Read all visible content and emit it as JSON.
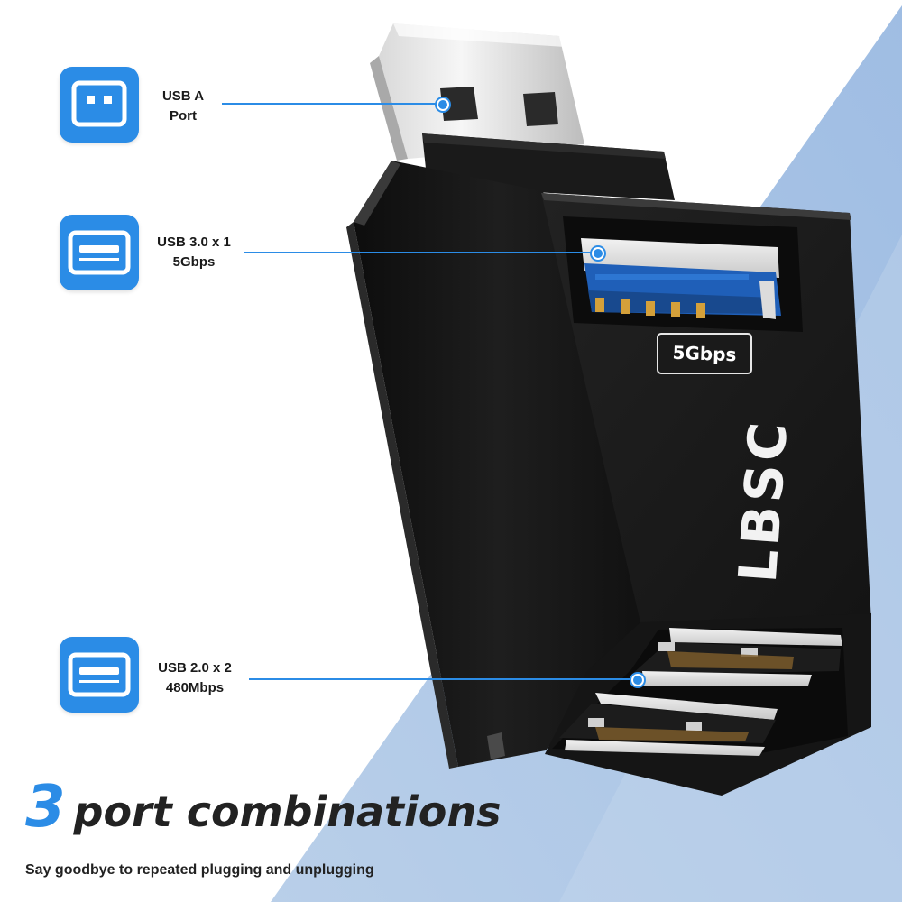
{
  "features": [
    {
      "id": "usb-a-port",
      "line1": "USB A",
      "line2": "Port",
      "icon": "usb-a-plug-icon"
    },
    {
      "id": "usb3",
      "line1": "USB 3.0 x 1",
      "line2": "5Gbps",
      "icon": "usb-port-icon"
    },
    {
      "id": "usb2",
      "line1": "USB 2.0 x 2",
      "line2": "480Mbps",
      "icon": "usb-port-icon"
    }
  ],
  "product": {
    "brand": "LBSC",
    "speed_badge": "5Gbps"
  },
  "headline": {
    "number": "3",
    "text": "port combinations",
    "subtitle": "Say goodbye to repeated plugging and unplugging"
  },
  "colors": {
    "accent": "#2b8ce6",
    "background_band": "#a9c4e4",
    "device_body": "#151515",
    "usb3_tongue": "#1f5fb8"
  }
}
